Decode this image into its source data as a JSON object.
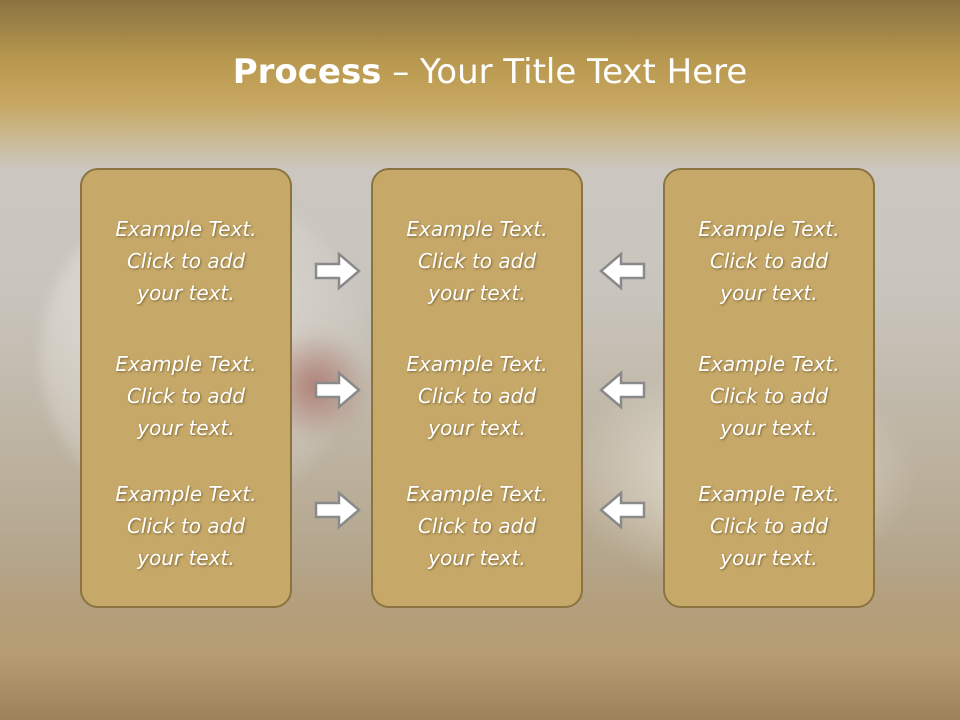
{
  "slide": {
    "title_bold": "Process",
    "title_rest": " – Your Title Text Here"
  },
  "columns": [
    {
      "items": [
        {
          "line1": "Example Text.",
          "line2": "Click  to add",
          "line3": "your text."
        },
        {
          "line1": "Example Text.",
          "line2": "Click  to add",
          "line3": "your text."
        },
        {
          "line1": "Example Text.",
          "line2": "Click  to add",
          "line3": "your text."
        }
      ]
    },
    {
      "items": [
        {
          "line1": "Example Text.",
          "line2": "Click  to add",
          "line3": "your text."
        },
        {
          "line1": "Example Text.",
          "line2": "Click  to add",
          "line3": "your text."
        },
        {
          "line1": "Example Text.",
          "line2": "Click  to add",
          "line3": "your text."
        }
      ]
    },
    {
      "items": [
        {
          "line1": "Example Text.",
          "line2": "Click  to add",
          "line3": "your text."
        },
        {
          "line1": "Example Text.",
          "line2": "Click  to add",
          "line3": "your text."
        },
        {
          "line1": "Example Text.",
          "line2": "Click  to add",
          "line3": "your text."
        }
      ]
    }
  ],
  "arrows": {
    "left_group": "arrow-right-icon",
    "right_group": "arrow-left-icon"
  },
  "colors": {
    "panel_fill": "#c6a969",
    "panel_border": "#8c7440",
    "header": "#b8984f",
    "text": "#ffffff"
  }
}
